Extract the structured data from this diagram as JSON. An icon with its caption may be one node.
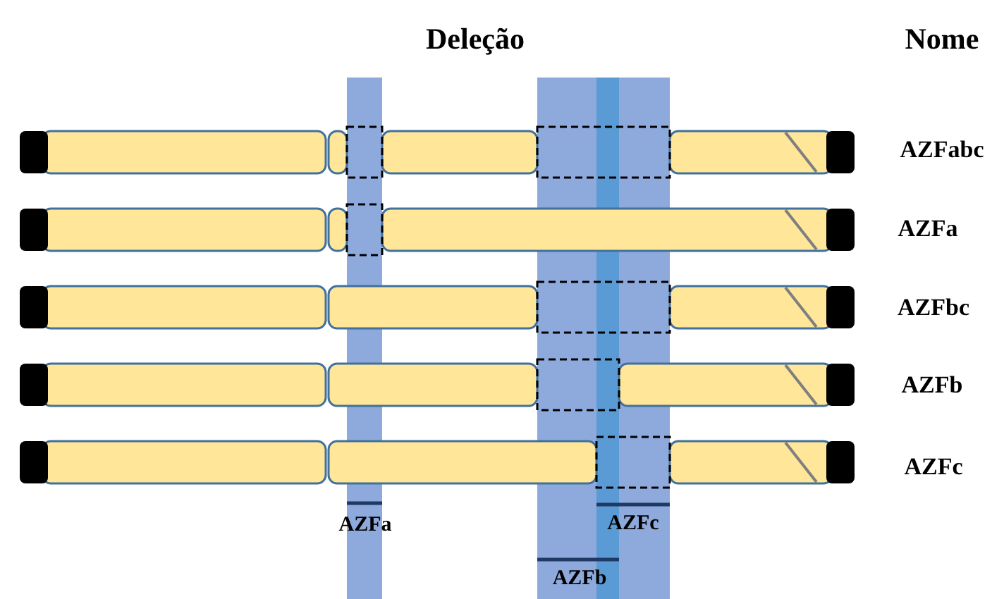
{
  "diagram": {
    "labels": [
      "Deleção",
      "Nome",
      "AZFabc",
      "AZFa",
      "AZFbc",
      "AZFb",
      "AZFc",
      "AZFa",
      "AZFc",
      "AZFb"
    ]
  }
}
